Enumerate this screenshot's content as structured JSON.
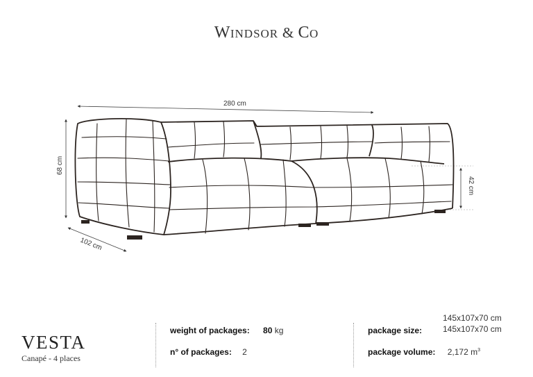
{
  "brand": {
    "first_initial": "W",
    "first_rest": "INDSOR",
    "amp": "&",
    "second_initial": "C",
    "second_rest": "O"
  },
  "dimensions": {
    "width": "280 cm",
    "height": "68 cm",
    "depth": "102 cm",
    "seat_height": "42 cm"
  },
  "product": {
    "name": "VESTA",
    "subtitle": "Canapé - 4 places"
  },
  "specs": {
    "weight_label": "weight of packages:",
    "weight_value": "80",
    "weight_unit": "kg",
    "packages_label": "n° of packages:",
    "packages_value": "2",
    "size_label": "package size:",
    "size_value_1": "145x107x70  cm",
    "size_value_2": "145x107x70  cm",
    "volume_label": "package volume:",
    "volume_value": "2,172 m",
    "volume_unit": "3"
  }
}
